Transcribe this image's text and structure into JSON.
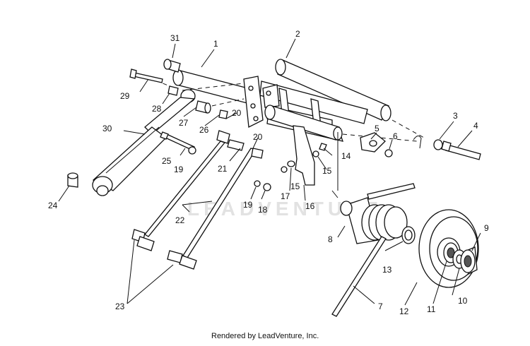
{
  "diagram": {
    "part_labels": [
      "1",
      "2",
      "3",
      "4",
      "5",
      "6",
      "7",
      "8",
      "9",
      "10",
      "11",
      "12",
      "13",
      "14",
      "15",
      "15",
      "16",
      "17",
      "18",
      "19",
      "19",
      "20",
      "20",
      "21",
      "22",
      "23",
      "24",
      "25",
      "26",
      "27",
      "28",
      "29",
      "30",
      "31"
    ],
    "watermark": "LEADVENTURE",
    "footer": "Rendered by LeadVenture, Inc."
  }
}
